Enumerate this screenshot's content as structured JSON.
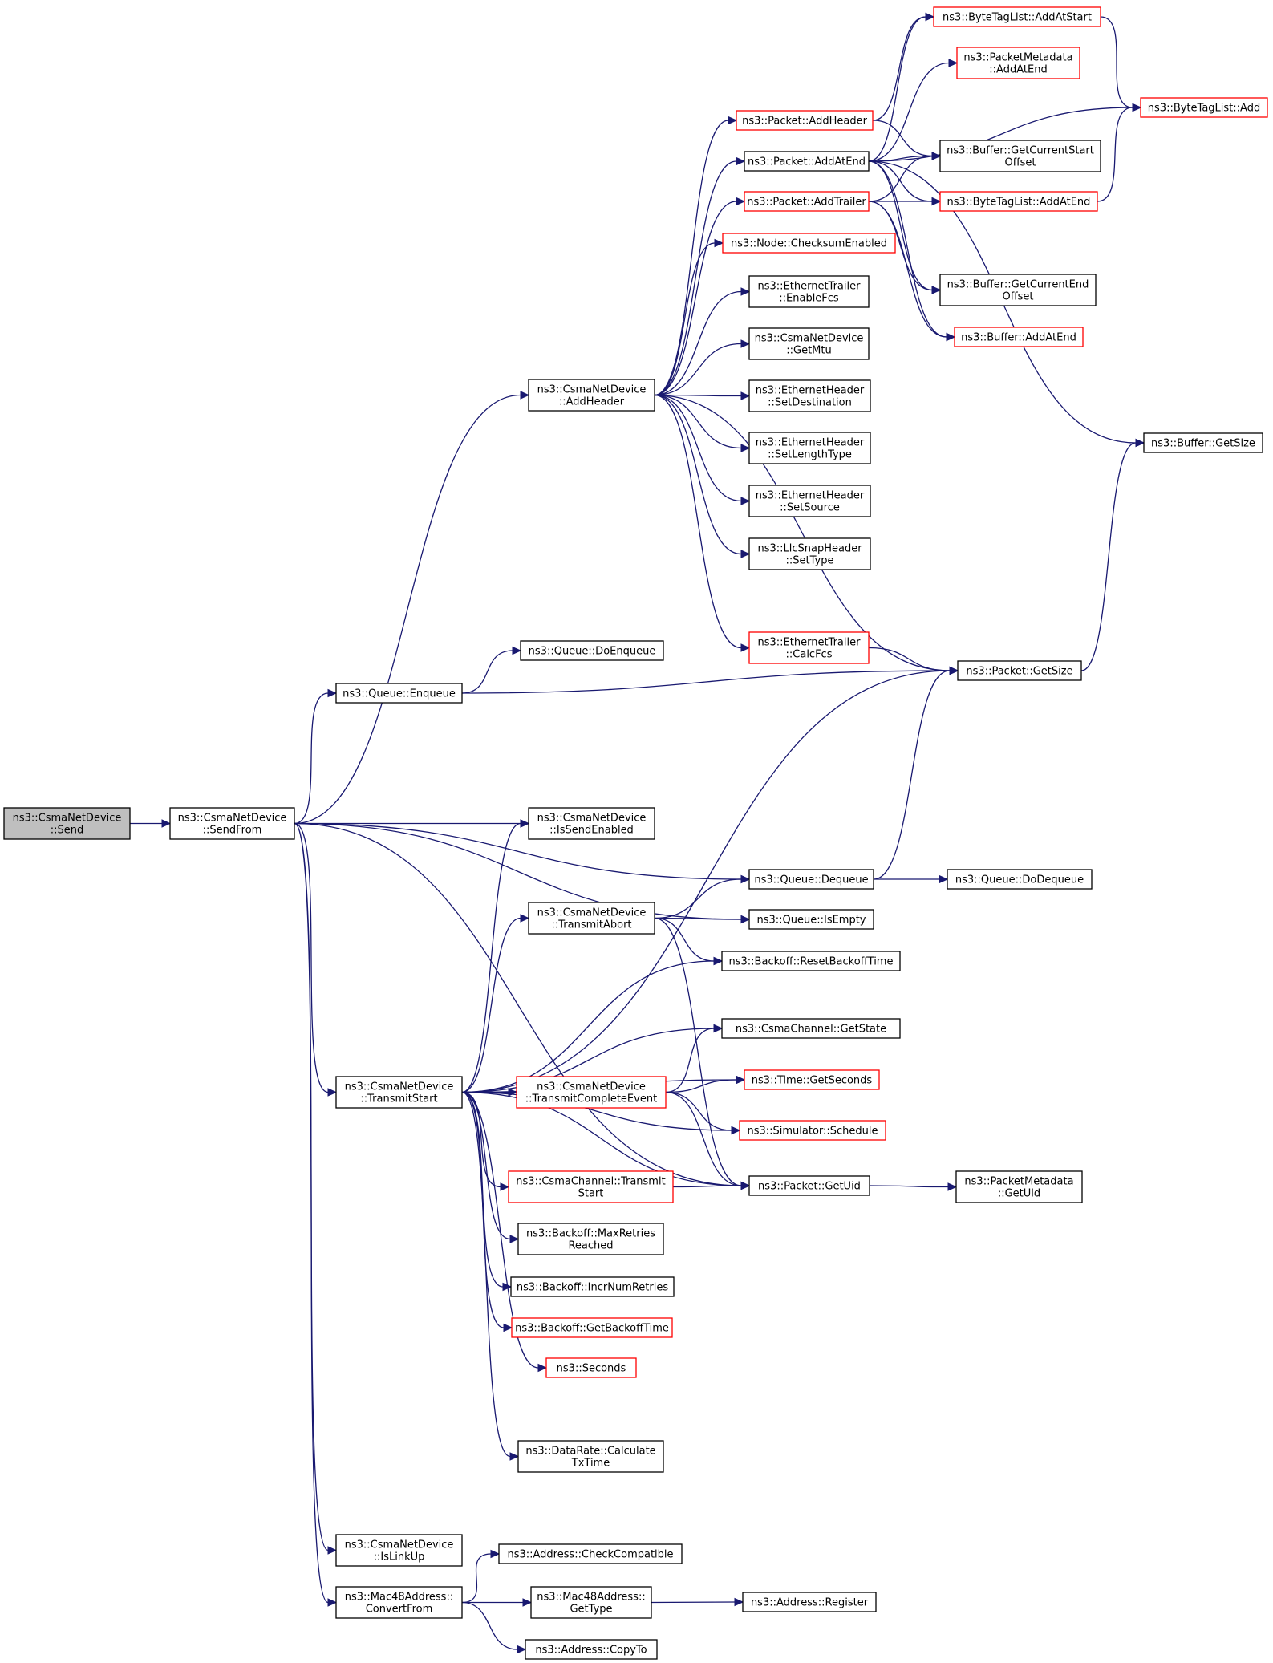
{
  "nodes": [
    {
      "id": "send",
      "lines": [
        "ns3::CsmaNetDevice",
        "::Send"
      ],
      "style": "root"
    },
    {
      "id": "sendfrom",
      "lines": [
        "ns3::CsmaNetDevice",
        "::SendFrom"
      ],
      "style": "black"
    },
    {
      "id": "addheader",
      "lines": [
        "ns3::CsmaNetDevice",
        "::AddHeader"
      ],
      "style": "black"
    },
    {
      "id": "enqueue",
      "lines": [
        "ns3::Queue::Enqueue"
      ],
      "style": "black"
    },
    {
      "id": "issendenabled",
      "lines": [
        "ns3::CsmaNetDevice",
        "::IsSendEnabled"
      ],
      "style": "black"
    },
    {
      "id": "transmitstart",
      "lines": [
        "ns3::CsmaNetDevice",
        "::TransmitStart"
      ],
      "style": "black"
    },
    {
      "id": "islinkup",
      "lines": [
        "ns3::CsmaNetDevice",
        "::IsLinkUp"
      ],
      "style": "black"
    },
    {
      "id": "convertfrom",
      "lines": [
        "ns3::Mac48Address::",
        "ConvertFrom"
      ],
      "style": "black"
    },
    {
      "id": "pktaddheader",
      "lines": [
        "ns3::Packet::AddHeader"
      ],
      "style": "red"
    },
    {
      "id": "pktaddatend",
      "lines": [
        "ns3::Packet::AddAtEnd"
      ],
      "style": "black"
    },
    {
      "id": "pktaddtrailer",
      "lines": [
        "ns3::Packet::AddTrailer"
      ],
      "style": "red"
    },
    {
      "id": "checksum",
      "lines": [
        "ns3::Node::ChecksumEnabled"
      ],
      "style": "red"
    },
    {
      "id": "enablefcs",
      "lines": [
        "ns3::EthernetTrailer",
        "::EnableFcs"
      ],
      "style": "black"
    },
    {
      "id": "getmtu",
      "lines": [
        "ns3::CsmaNetDevice",
        "::GetMtu"
      ],
      "style": "black"
    },
    {
      "id": "setdest",
      "lines": [
        "ns3::EthernetHeader",
        "::SetDestination"
      ],
      "style": "black"
    },
    {
      "id": "setlen",
      "lines": [
        "ns3::EthernetHeader",
        "::SetLengthType"
      ],
      "style": "black"
    },
    {
      "id": "setsrc",
      "lines": [
        "ns3::EthernetHeader",
        "::SetSource"
      ],
      "style": "black"
    },
    {
      "id": "settype",
      "lines": [
        "ns3::LlcSnapHeader",
        "::SetType"
      ],
      "style": "black"
    },
    {
      "id": "calcfcs",
      "lines": [
        "ns3::EthernetTrailer",
        "::CalcFcs"
      ],
      "style": "red"
    },
    {
      "id": "doenqueue",
      "lines": [
        "ns3::Queue::DoEnqueue"
      ],
      "style": "black"
    },
    {
      "id": "transmitabort",
      "lines": [
        "ns3::CsmaNetDevice",
        "::TransmitAbort"
      ],
      "style": "black"
    },
    {
      "id": "dequeue",
      "lines": [
        "ns3::Queue::Dequeue"
      ],
      "style": "black"
    },
    {
      "id": "isempty",
      "lines": [
        "ns3::Queue::IsEmpty"
      ],
      "style": "black"
    },
    {
      "id": "resetbackoff",
      "lines": [
        "ns3::Backoff::ResetBackoffTime"
      ],
      "style": "black"
    },
    {
      "id": "getstate",
      "lines": [
        "ns3::CsmaChannel::GetState"
      ],
      "style": "black"
    },
    {
      "id": "txcomplete",
      "lines": [
        "ns3::CsmaNetDevice",
        "::TransmitCompleteEvent"
      ],
      "style": "red"
    },
    {
      "id": "getseconds",
      "lines": [
        "ns3::Time::GetSeconds"
      ],
      "style": "red"
    },
    {
      "id": "schedule",
      "lines": [
        "ns3::Simulator::Schedule"
      ],
      "style": "red"
    },
    {
      "id": "chtxstart",
      "lines": [
        "ns3::CsmaChannel::Transmit",
        "Start"
      ],
      "style": "red"
    },
    {
      "id": "pktgetuid",
      "lines": [
        "ns3::Packet::GetUid"
      ],
      "style": "black"
    },
    {
      "id": "maxretries",
      "lines": [
        "ns3::Backoff::MaxRetries",
        "Reached"
      ],
      "style": "black"
    },
    {
      "id": "incrretries",
      "lines": [
        "ns3::Backoff::IncrNumRetries"
      ],
      "style": "black"
    },
    {
      "id": "getbackoff",
      "lines": [
        "ns3::Backoff::GetBackoffTime"
      ],
      "style": "red"
    },
    {
      "id": "seconds",
      "lines": [
        "ns3::Seconds"
      ],
      "style": "red"
    },
    {
      "id": "calctx",
      "lines": [
        "ns3::DataRate::Calculate",
        "TxTime"
      ],
      "style": "black"
    },
    {
      "id": "checkcompat",
      "lines": [
        "ns3::Address::CheckCompatible"
      ],
      "style": "black"
    },
    {
      "id": "macgettype",
      "lines": [
        "ns3::Mac48Address::",
        "GetType"
      ],
      "style": "black"
    },
    {
      "id": "copyto",
      "lines": [
        "ns3::Address::CopyTo"
      ],
      "style": "black"
    },
    {
      "id": "register",
      "lines": [
        "ns3::Address::Register"
      ],
      "style": "black"
    },
    {
      "id": "pktgetsize",
      "lines": [
        "ns3::Packet::GetSize"
      ],
      "style": "black"
    },
    {
      "id": "dodequeue",
      "lines": [
        "ns3::Queue::DoDequeue"
      ],
      "style": "black"
    },
    {
      "id": "metagetuid",
      "lines": [
        "ns3::PacketMetadata",
        "::GetUid"
      ],
      "style": "black"
    },
    {
      "id": "btaddatstart",
      "lines": [
        "ns3::ByteTagList::AddAtStart"
      ],
      "style": "red"
    },
    {
      "id": "metaaddatend",
      "lines": [
        "ns3::PacketMetadata",
        "::AddAtEnd"
      ],
      "style": "red"
    },
    {
      "id": "bufcurstart",
      "lines": [
        "ns3::Buffer::GetCurrentStart",
        "Offset"
      ],
      "style": "black"
    },
    {
      "id": "btaddatend",
      "lines": [
        "ns3::ByteTagList::AddAtEnd"
      ],
      "style": "red"
    },
    {
      "id": "bufcurend",
      "lines": [
        "ns3::Buffer::GetCurrentEnd",
        "Offset"
      ],
      "style": "black"
    },
    {
      "id": "bufaddatend",
      "lines": [
        "ns3::Buffer::AddAtEnd"
      ],
      "style": "red"
    },
    {
      "id": "btadd",
      "lines": [
        "ns3::ByteTagList::Add"
      ],
      "style": "red"
    },
    {
      "id": "bufgetsize",
      "lines": [
        "ns3::Buffer::GetSize"
      ],
      "style": "black"
    }
  ],
  "edges": [
    [
      "send",
      "sendfrom"
    ],
    [
      "sendfrom",
      "addheader"
    ],
    [
      "sendfrom",
      "enqueue"
    ],
    [
      "sendfrom",
      "dequeue"
    ],
    [
      "sendfrom",
      "isempty"
    ],
    [
      "sendfrom",
      "issendenabled"
    ],
    [
      "sendfrom",
      "transmitstart"
    ],
    [
      "sendfrom",
      "pktgetuid"
    ],
    [
      "sendfrom",
      "islinkup"
    ],
    [
      "sendfrom",
      "convertfrom"
    ],
    [
      "addheader",
      "pktaddheader"
    ],
    [
      "addheader",
      "pktaddatend"
    ],
    [
      "addheader",
      "pktaddtrailer"
    ],
    [
      "addheader",
      "checksum"
    ],
    [
      "addheader",
      "enablefcs"
    ],
    [
      "addheader",
      "getmtu"
    ],
    [
      "addheader",
      "setdest"
    ],
    [
      "addheader",
      "setlen"
    ],
    [
      "addheader",
      "setsrc"
    ],
    [
      "addheader",
      "settype"
    ],
    [
      "addheader",
      "calcfcs"
    ],
    [
      "addheader",
      "pktgetsize"
    ],
    [
      "pktaddheader",
      "btaddatstart"
    ],
    [
      "pktaddheader",
      "bufcurstart"
    ],
    [
      "pktaddatend",
      "btaddatstart"
    ],
    [
      "pktaddatend",
      "metaaddatend"
    ],
    [
      "pktaddatend",
      "btadd"
    ],
    [
      "pktaddatend",
      "bufcurstart"
    ],
    [
      "pktaddatend",
      "btaddatend"
    ],
    [
      "pktaddatend",
      "bufcurend"
    ],
    [
      "pktaddatend",
      "bufaddatend"
    ],
    [
      "pktaddatend",
      "bufgetsize"
    ],
    [
      "pktaddtrailer",
      "bufcurstart"
    ],
    [
      "pktaddtrailer",
      "btaddatend"
    ],
    [
      "pktaddtrailer",
      "bufcurend"
    ],
    [
      "pktaddtrailer",
      "bufaddatend"
    ],
    [
      "btaddatstart",
      "btadd"
    ],
    [
      "btaddatend",
      "btadd"
    ],
    [
      "calcfcs",
      "pktgetsize"
    ],
    [
      "enqueue",
      "doenqueue"
    ],
    [
      "enqueue",
      "pktgetsize"
    ],
    [
      "pktgetsize",
      "bufgetsize"
    ],
    [
      "transmitstart",
      "issendenabled"
    ],
    [
      "transmitstart",
      "pktgetsize"
    ],
    [
      "transmitstart",
      "transmitabort"
    ],
    [
      "transmitstart",
      "resetbackoff"
    ],
    [
      "transmitstart",
      "getstate"
    ],
    [
      "transmitstart",
      "getseconds"
    ],
    [
      "transmitstart",
      "txcomplete"
    ],
    [
      "transmitstart",
      "schedule"
    ],
    [
      "transmitstart",
      "chtxstart"
    ],
    [
      "transmitstart",
      "maxretries"
    ],
    [
      "transmitstart",
      "incrretries"
    ],
    [
      "transmitstart",
      "getbackoff"
    ],
    [
      "transmitstart",
      "seconds"
    ],
    [
      "transmitstart",
      "pktgetuid"
    ],
    [
      "transmitstart",
      "calctx"
    ],
    [
      "transmitabort",
      "dequeue"
    ],
    [
      "transmitabort",
      "isempty"
    ],
    [
      "transmitabort",
      "resetbackoff"
    ],
    [
      "transmitabort",
      "pktgetuid"
    ],
    [
      "dequeue",
      "dodequeue"
    ],
    [
      "dequeue",
      "pktgetsize"
    ],
    [
      "txcomplete",
      "getstate"
    ],
    [
      "txcomplete",
      "getseconds"
    ],
    [
      "txcomplete",
      "schedule"
    ],
    [
      "txcomplete",
      "pktgetuid"
    ],
    [
      "chtxstart",
      "pktgetuid"
    ],
    [
      "pktgetuid",
      "metagetuid"
    ],
    [
      "convertfrom",
      "checkcompat"
    ],
    [
      "convertfrom",
      "macgettype"
    ],
    [
      "convertfrom",
      "copyto"
    ],
    [
      "macgettype",
      "register"
    ]
  ]
}
